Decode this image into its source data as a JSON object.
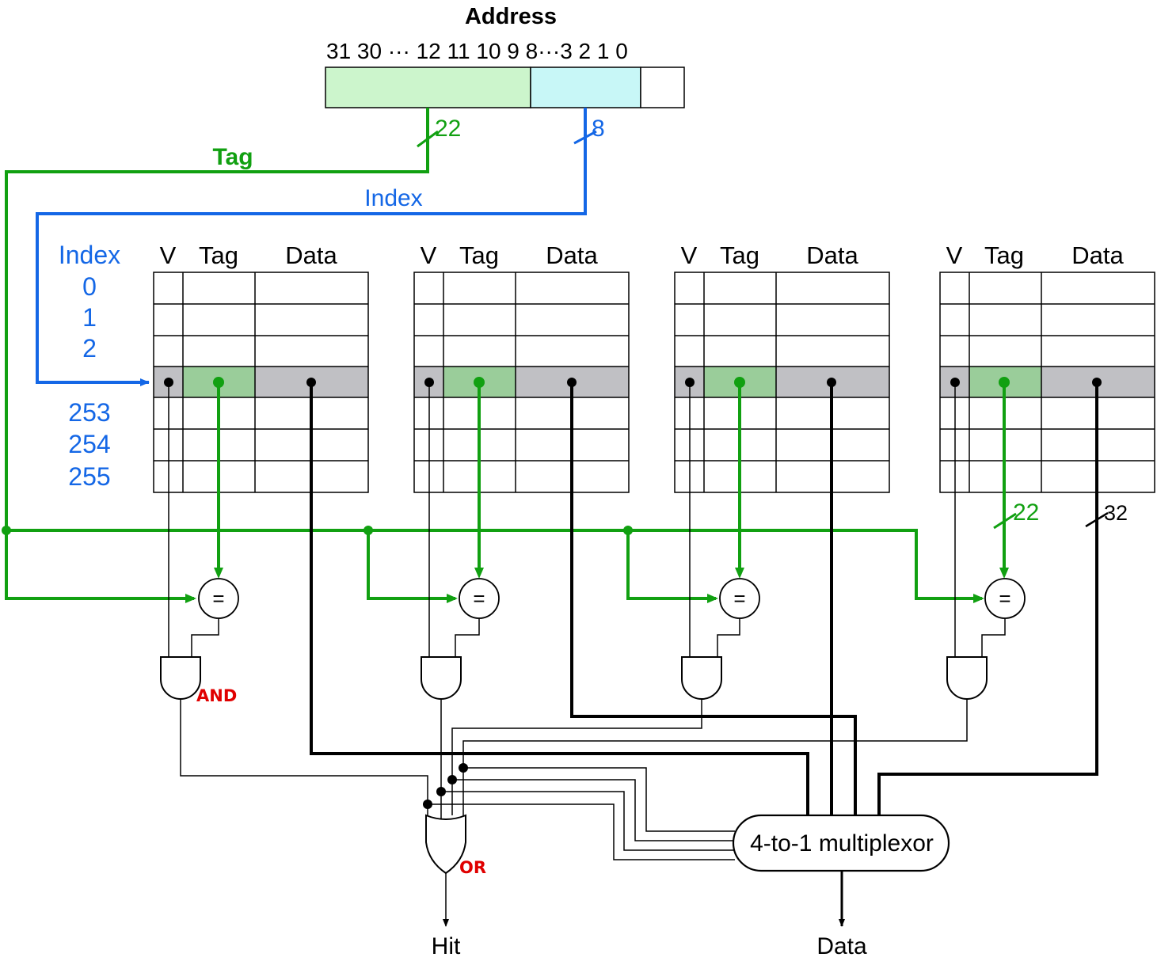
{
  "address": {
    "title": "Address",
    "bit_labels": "31 30 ··· 12 11 10 9 8···3 2 1 0",
    "tag_width": "22",
    "index_width": "8"
  },
  "signals": {
    "tag": "Tag",
    "index": "Index"
  },
  "index_column": {
    "header": "Index",
    "rows_top": [
      "0",
      "1",
      "2"
    ],
    "rows_bottom": [
      "253",
      "254",
      "255"
    ]
  },
  "ways": [
    {
      "v": "V",
      "tag": "Tag",
      "data": "Data"
    },
    {
      "v": "V",
      "tag": "Tag",
      "data": "Data"
    },
    {
      "v": "V",
      "tag": "Tag",
      "data": "Data"
    },
    {
      "v": "V",
      "tag": "Tag",
      "data": "Data"
    }
  ],
  "bus_widths": {
    "tag": "22",
    "data": "32"
  },
  "comparator_symbol": "=",
  "gates": {
    "and_label": "AND",
    "or_label": "OR"
  },
  "mux_label": "4-to-1 multiplexor",
  "outputs": {
    "hit": "Hit",
    "data": "Data"
  },
  "colors": {
    "tag": "#11a011",
    "index": "#1467e6",
    "tag_field": "#ccf5cc",
    "index_field": "#c8f7f7",
    "row_gray": "#c0c0c4",
    "row_tag_green": "#9acd9a",
    "gate_label": "#e00000"
  }
}
